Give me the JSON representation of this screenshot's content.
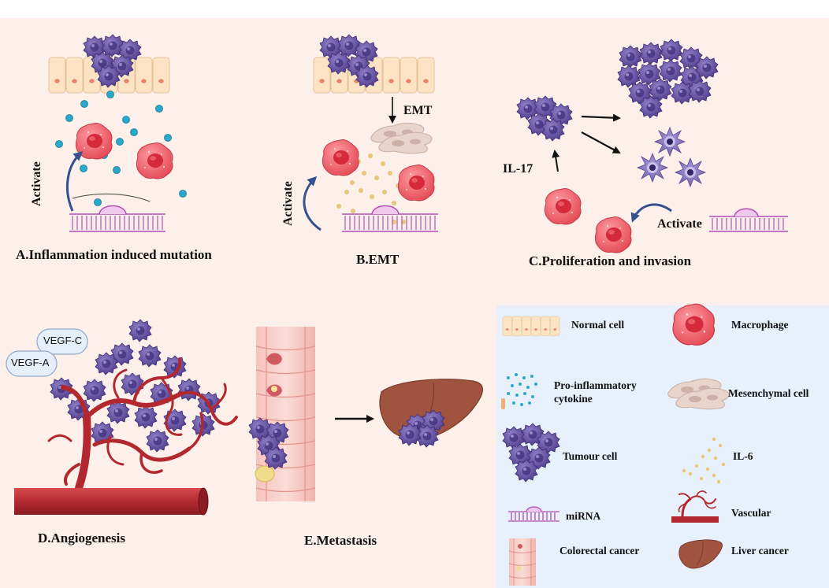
{
  "panels": {
    "a": {
      "title": "A.Inflammation induced mutation",
      "activate": "Activate"
    },
    "b": {
      "title": "B.EMT",
      "emt": "EMT",
      "activate": "Activate"
    },
    "c": {
      "title": "C.Proliferation and invasion",
      "il17": "IL-17",
      "activate": "Activate"
    },
    "d": {
      "title": "D.Angiogenesis",
      "vegf_c": "VEGF-C",
      "vegf_a": "VEGF-A"
    },
    "e": {
      "title": "E.Metastasis"
    }
  },
  "legend": {
    "normal_cell": "Normal cell",
    "macrophage": "Macrophage",
    "pro_inflammatory_1": "Pro-inflammatory",
    "pro_inflammatory_2": "cytokine",
    "mesenchymal": "Mesenchymal cell",
    "tumour": "Tumour cell",
    "il6": "IL-6",
    "mirna": "miRNA",
    "vascular": "Vascular",
    "colorectal": "Colorectal cancer",
    "liver": "Liver cancer"
  },
  "colors": {
    "background": "#fdf0ea",
    "legend_bg": "#e7f0fb",
    "tumour": "#6e5aa8",
    "macrophage": "#e8505b",
    "vessel": "#b3282e",
    "cytokine": "#2aa9c9",
    "il6": "#e8c77a",
    "mirna": "#c466c4",
    "liver": "#a0543f"
  }
}
